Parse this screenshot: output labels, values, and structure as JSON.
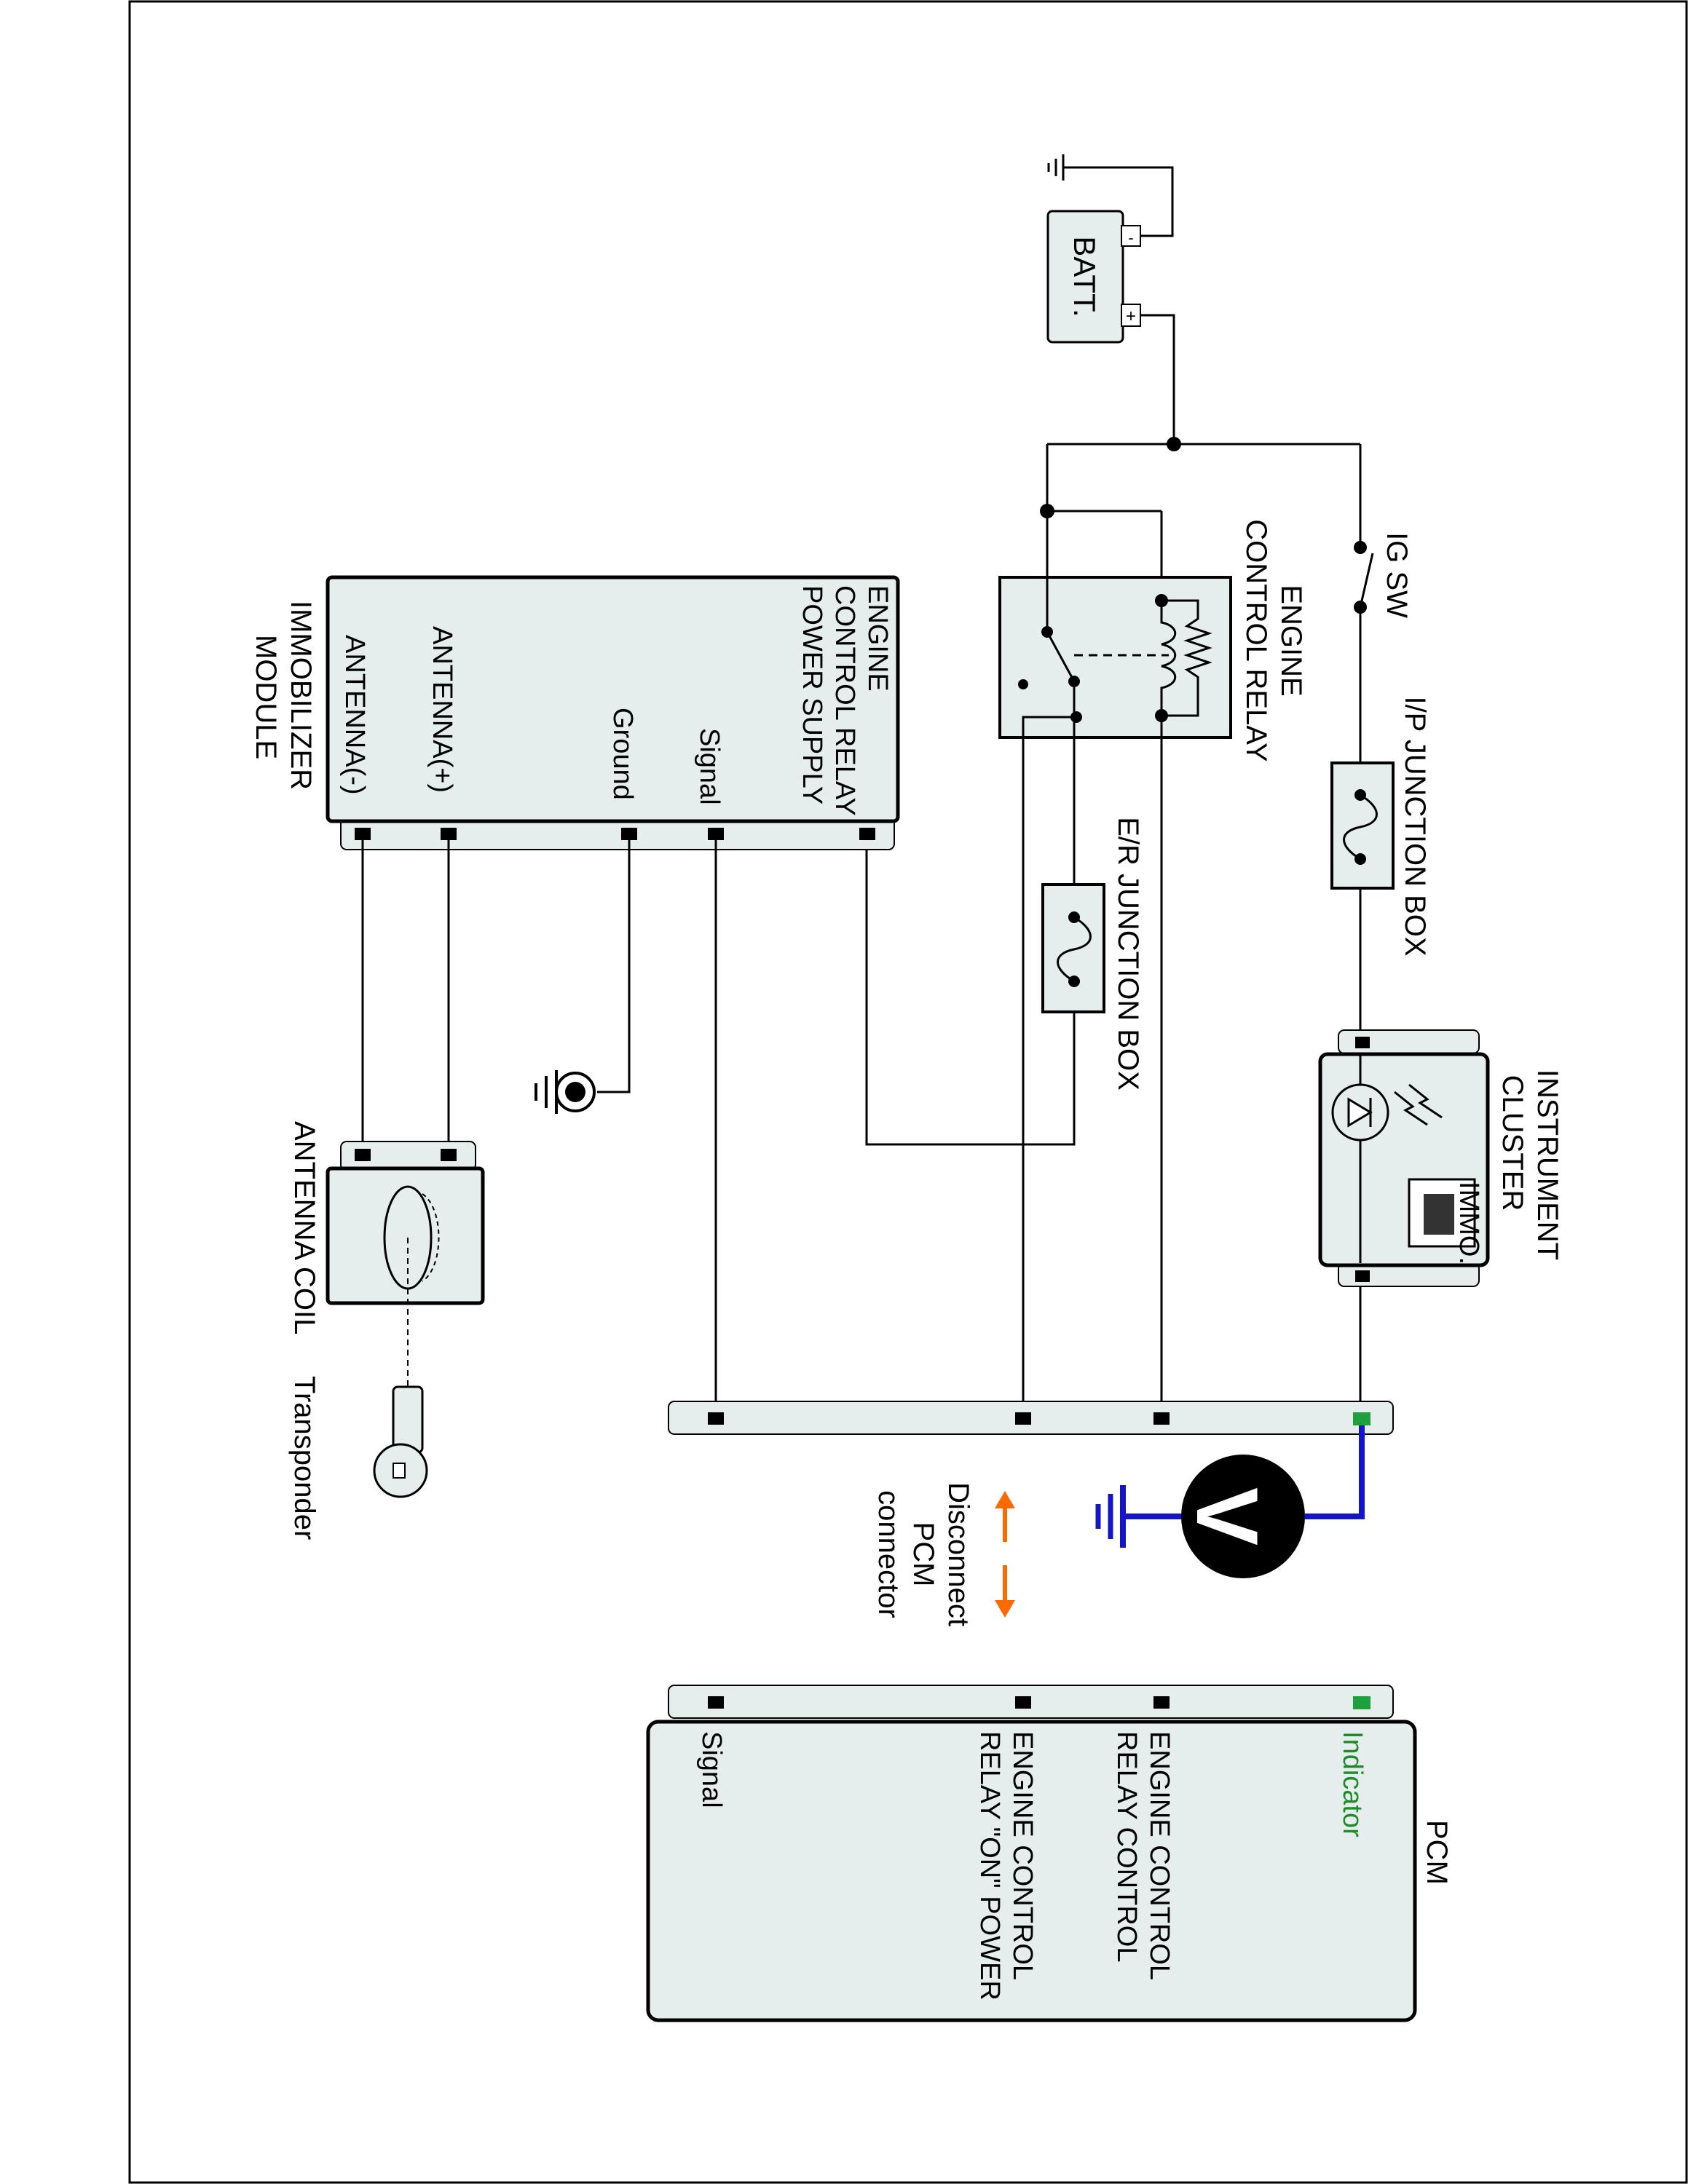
{
  "battery": {
    "label": "BATT."
  },
  "ignition_switch": {
    "label": "IG SW"
  },
  "ip_junction_box": {
    "label": "I/P JUNCTION BOX"
  },
  "engine_control_relay": {
    "label_line1": "ENGINE",
    "label_line2": "CONTROL RELAY"
  },
  "er_junction_box": {
    "label": "E/R JUNCTION BOX"
  },
  "instrument_cluster": {
    "label_line1": "INSTRUMENT",
    "label_line2": "CLUSTER",
    "lamp_label": "IMMO."
  },
  "immobilizer_module": {
    "label_line1": "IMMOBILIZER",
    "label_line2": "MODULE",
    "pins": {
      "power_line1": "ENGINE",
      "power_line2": "CONTROL RELAY",
      "power_line3": "POWER SUPPLY",
      "signal": "Signal",
      "ground": "Ground",
      "antenna_plus": "ANTENNA(+)",
      "antenna_minus": "ANTENNA(-)"
    }
  },
  "antenna_coil": {
    "label": "ANTENNA COIL"
  },
  "transponder": {
    "label": "Transponder"
  },
  "voltmeter": {
    "symbol": "V"
  },
  "disconnect_note": {
    "line1": "Disconnect",
    "line2": "PCM",
    "line3": "connector"
  },
  "pcm": {
    "label": "PCM",
    "pins": {
      "indicator": "Indicator",
      "relay_control_line1": "ENGINE CONTROL",
      "relay_control_line2": "RELAY CONTROL",
      "relay_on_power_line1": "ENGINE CONTROL",
      "relay_on_power_line2": "RELAY \"ON\" POWER",
      "signal": "Signal"
    }
  },
  "colors": {
    "highlight_wire": "#1414c8",
    "indicator_text": "#1e8c28",
    "indicator_pin": "#1ea03c",
    "arrow": "#ff6a00",
    "component_fill": "#e6eded"
  }
}
